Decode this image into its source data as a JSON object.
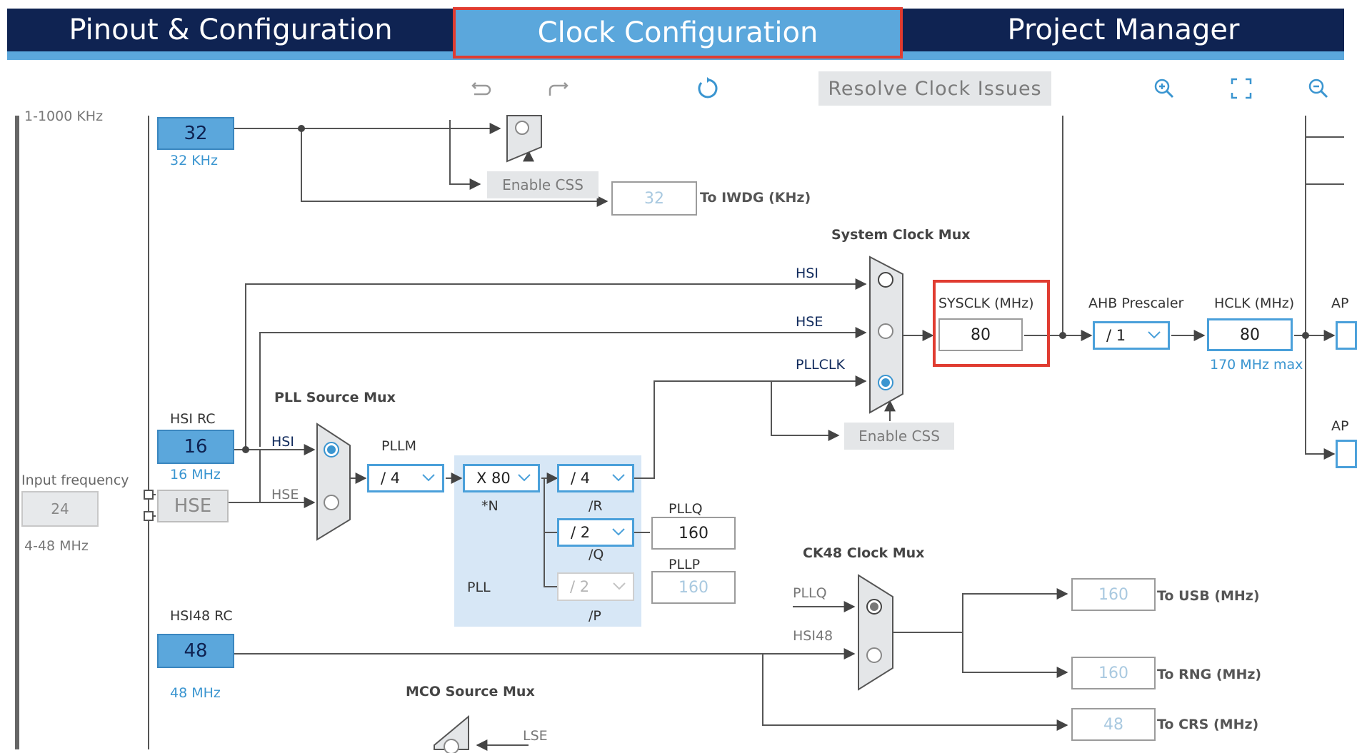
{
  "tabs": [
    {
      "label": "Pinout & Configuration",
      "active": false
    },
    {
      "label": "Clock Configuration",
      "active": true
    },
    {
      "label": "Project Manager",
      "active": false
    }
  ],
  "toolbar": {
    "undo_icon": "undo-icon",
    "redo_icon": "redo-icon",
    "refresh_icon": "refresh-icon",
    "resolve_label": "Resolve Clock Issues",
    "zoom_in_icon": "zoom-in-icon",
    "fit_icon": "fit-screen-icon",
    "zoom_out_icon": "zoom-out-icon"
  },
  "colors": {
    "navy": "#0f2352",
    "accent": "#5ba7dc",
    "highlight": "#e03c31"
  },
  "lse": {
    "top_range_cut": "1-1000 KHz",
    "value": "32",
    "freq": "32 KHz"
  },
  "enable_css_top": "Enable CSS",
  "iwdg": {
    "value": "32",
    "label": "To IWDG (KHz)"
  },
  "system_clock_mux": {
    "title": "System Clock Mux",
    "inputs": [
      "HSI",
      "HSE",
      "PLLCLK"
    ],
    "selected": "PLLCLK"
  },
  "sysclk": {
    "label": "SYSCLK (MHz)",
    "value": "80"
  },
  "ahb": {
    "label": "AHB Prescaler",
    "value": "/ 1"
  },
  "hclk": {
    "label": "HCLK (MHz)",
    "value": "80",
    "max": "170 MHz max"
  },
  "right_cut_labels": [
    "AP",
    "AP"
  ],
  "enable_css_mid": "Enable CSS",
  "pll_source_mux": {
    "title": "PLL Source Mux",
    "inputs": [
      "HSI",
      "HSE"
    ],
    "selected": "HSI"
  },
  "hsi_rc": {
    "label": "HSI RC",
    "value": "16",
    "freq": "16 MHz"
  },
  "hse": {
    "label": "HSE",
    "input_freq_label": "Input frequency",
    "input_freq": "24",
    "range": "4-48 MHz"
  },
  "pll": {
    "pllm_label": "PLLM",
    "pllm": "/ 4",
    "n_value": "X 80",
    "n_label": "*N",
    "r_value": "/ 4",
    "r_label": "/R",
    "q_value": "/ 2",
    "q_label": "/Q",
    "p_value": "/ 2",
    "p_label": "/P",
    "block_label": "PLL",
    "pllq_label": "PLLQ",
    "pllq": "160",
    "pllp_label": "PLLP",
    "pllp": "160"
  },
  "ck48": {
    "title": "CK48 Clock Mux",
    "inputs": [
      "PLLQ",
      "HSI48"
    ],
    "selected": "PLLQ"
  },
  "hsi48": {
    "label": "HSI48 RC",
    "value": "48",
    "freq": "48 MHz"
  },
  "outputs": [
    {
      "value": "160",
      "label": "To USB (MHz)"
    },
    {
      "value": "160",
      "label": "To RNG (MHz)"
    },
    {
      "value": "48",
      "label": "To CRS (MHz)"
    }
  ],
  "mco": {
    "title": "MCO Source Mux",
    "input": "LSE"
  }
}
